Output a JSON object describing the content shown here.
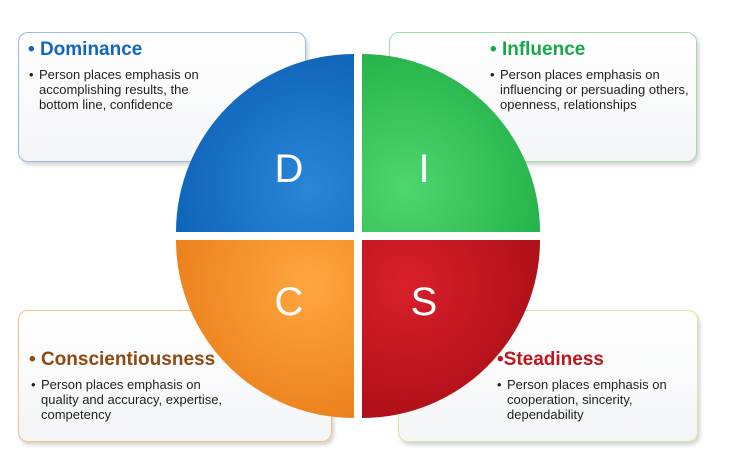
{
  "quadrants": {
    "dominance": {
      "letter": "D",
      "title": "Dominance",
      "description": "Person places emphasis on accomplishing results, the bottom line, confidence",
      "color": "#0f6cc4"
    },
    "influence": {
      "letter": "I",
      "title": "Influence",
      "description": "Person places emphasis on influencing or persuading others, openness, relationships",
      "color": "#2bbf55"
    },
    "conscientiousness": {
      "letter": "C",
      "title": "Conscientiousness",
      "description": "Person places emphasis on quality and accuracy, expertise, competency",
      "color": "#f08a24"
    },
    "steadiness": {
      "letter": "S",
      "title": "Steadiness",
      "description": "Person places emphasis on cooperation, sincerity, dependability",
      "color": "#c0111c"
    }
  },
  "bullet": "•"
}
